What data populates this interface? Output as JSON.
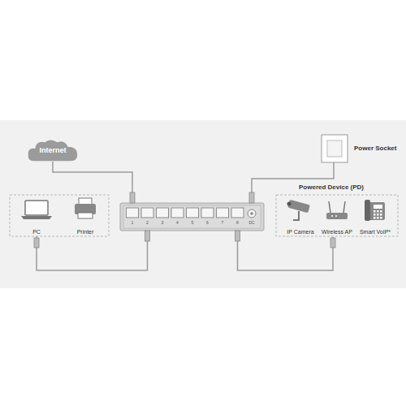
{
  "diagram": {
    "nodes": [
      {
        "text": [
          "Internet"
        ]
      },
      {
        "text": [
          "PC"
        ]
      },
      {
        "text": [
          "Printer"
        ]
      },
      {
        "text": [
          "1",
          "2",
          "3",
          "4",
          "5",
          "6",
          "7",
          "8",
          "DC"
        ]
      },
      {
        "text": [
          "Power Socket"
        ]
      },
      {
        "text": [
          "Powered Device (PD)"
        ]
      },
      {
        "text": [
          "IP Camera"
        ],
        "in": 5
      },
      {
        "text": [
          "Wireless AP"
        ],
        "in": 5
      },
      {
        "text": [
          "Smart VoIP*"
        ],
        "in": 5
      }
    ],
    "edges": [
      {
        "from": 0,
        "to": 3,
        "arrow": "none"
      },
      {
        "from": 4,
        "to": 3,
        "arrow": "none"
      },
      {
        "from": 1,
        "to": 3,
        "arrow": "none"
      },
      {
        "from": 5,
        "to": 3,
        "arrow": "none"
      }
    ]
  }
}
